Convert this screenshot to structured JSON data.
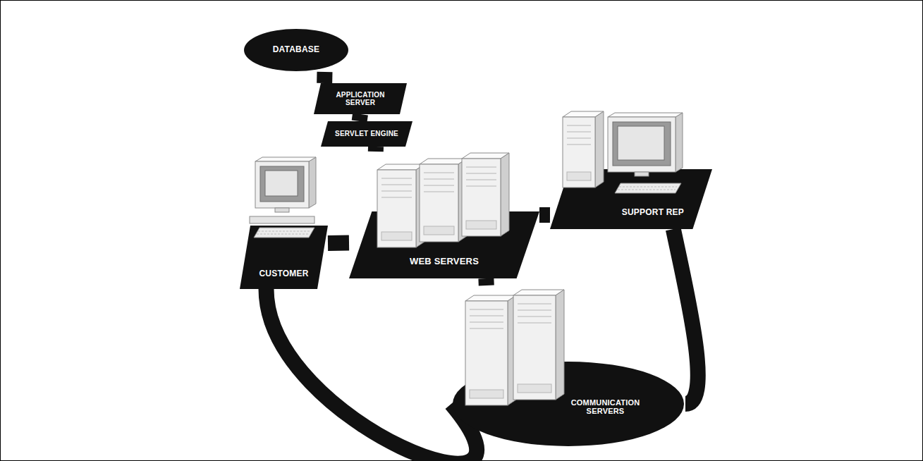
{
  "diagram": {
    "nodes": [
      {
        "text": [
          "DATABASE"
        ]
      },
      {
        "text": [
          "APPLICATION SERVER"
        ]
      },
      {
        "text": [
          "SERVLET ENGINE"
        ]
      },
      {
        "text": [
          "CUSTOMER"
        ]
      },
      {
        "text": [
          "WEB SERVERS"
        ]
      },
      {
        "text": [
          "SUPPORT REP"
        ]
      },
      {
        "text": [
          "COMMUNICATION SERVERS"
        ]
      }
    ],
    "edges": [
      {
        "from": 0,
        "to": 1,
        "arrow": "none"
      },
      {
        "from": 1,
        "to": 2,
        "arrow": "none"
      },
      {
        "from": 2,
        "to": 4,
        "arrow": "none"
      },
      {
        "from": 3,
        "to": 4,
        "arrow": "none"
      },
      {
        "from": 4,
        "to": 5,
        "arrow": "none"
      },
      {
        "from": 4,
        "to": 6,
        "arrow": "none"
      },
      {
        "from": 3,
        "to": 6,
        "arrow": "none"
      },
      {
        "from": 5,
        "to": 6,
        "arrow": "none"
      }
    ]
  }
}
